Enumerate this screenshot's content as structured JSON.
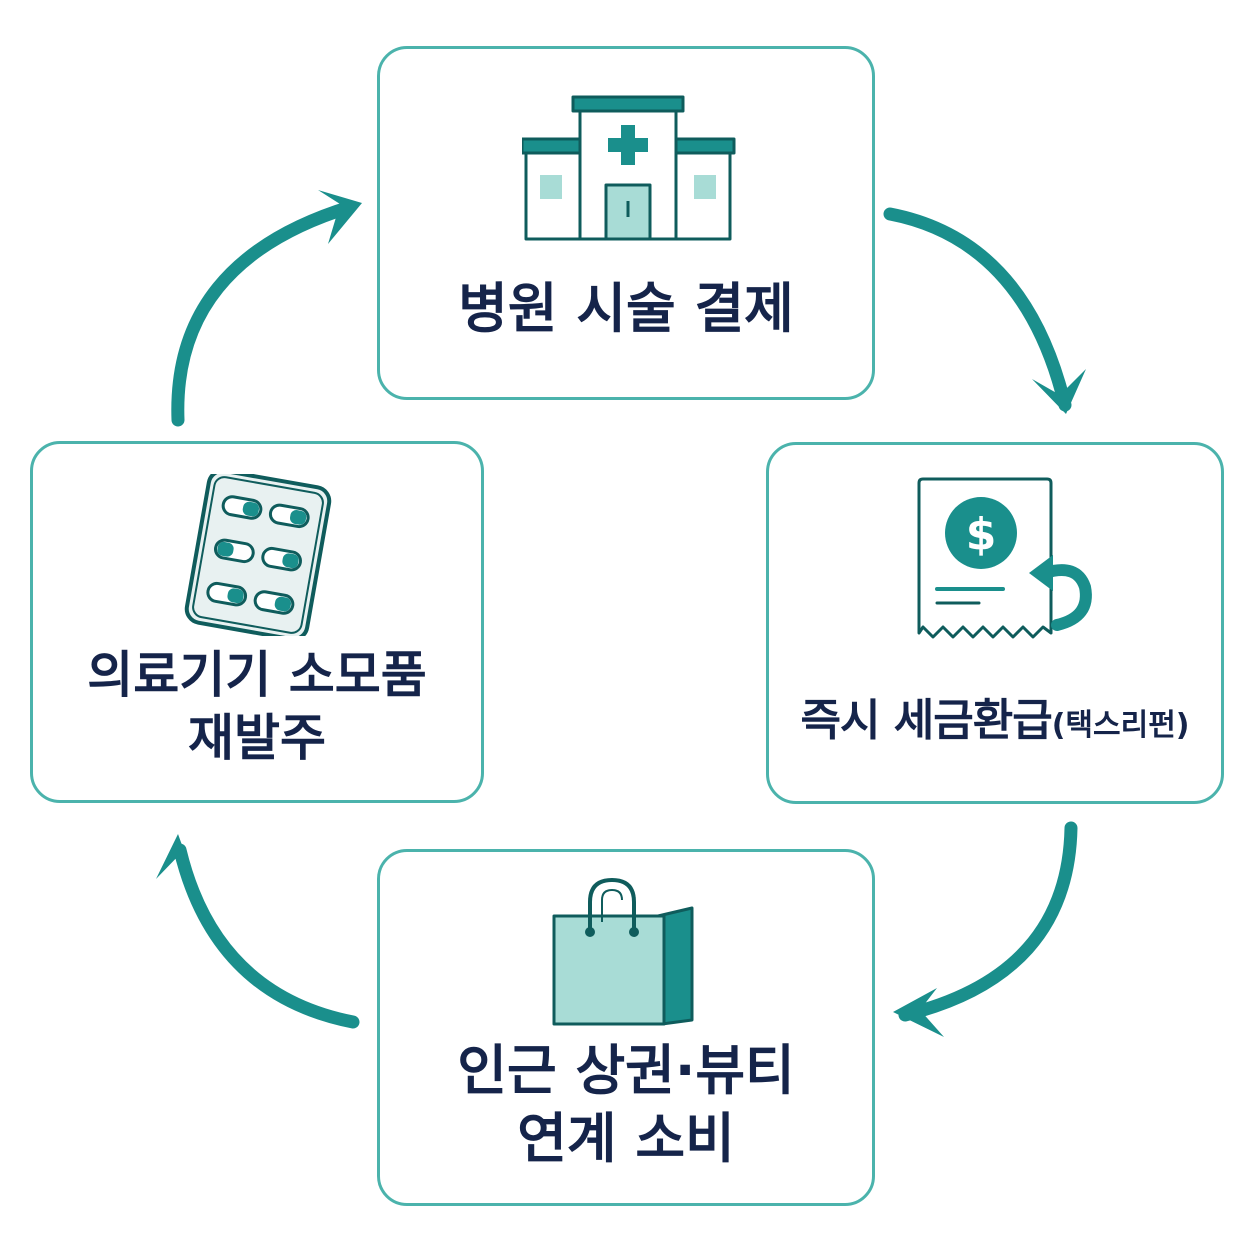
{
  "steps": {
    "hospital": {
      "label": "병원 시술 결제",
      "icon": "hospital-icon"
    },
    "refund": {
      "label_main": "즉시 세금환급",
      "label_sub": "(택스리펀)",
      "icon": "receipt-refund-icon"
    },
    "shopping": {
      "line1": "인근 상권·뷰티",
      "line2": "연계 소비",
      "icon": "shopping-bag-icon"
    },
    "reorder": {
      "line1": "의료기기 소모품",
      "line2": "재발주",
      "icon": "pill-blister-icon"
    }
  },
  "colors": {
    "teal": "#1a8f8c",
    "teal_dark": "#0f5c5c",
    "teal_light": "#a8dcd6",
    "border": "#4bb3ac",
    "text": "#15244a"
  }
}
